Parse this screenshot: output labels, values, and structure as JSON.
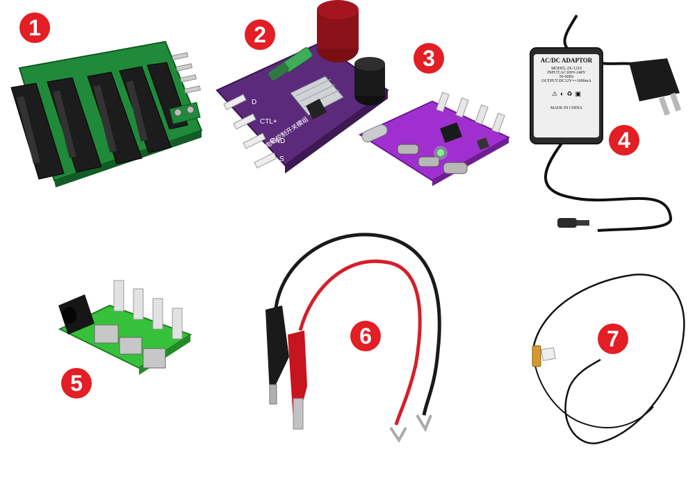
{
  "badges": {
    "b1": "1",
    "b2": "2",
    "b3": "3",
    "b4": "4",
    "b5": "5",
    "b6": "6",
    "b7": "7"
  },
  "battery_box": {
    "title": "Battery BOX"
  },
  "switch_module": {
    "pins": [
      "D",
      "CTL+",
      "GND",
      "S"
    ],
    "caption": "充电机控制开关模组"
  },
  "adaptor": {
    "header": "AC/DC ADAPTOR",
    "model": "MODEL:JX-1210",
    "input": "INPUT:AC100V-240V",
    "freq": "50-60Hz",
    "output": "OUTPUT:DC12V==1000mA",
    "origin": "MADE IN CHINA"
  },
  "colors": {
    "badge": "#e31e24",
    "green_pcb": "#1f8a3a",
    "purple_pcb": "#5b2a7a",
    "magenta_pcb": "#a02fd0",
    "bright_green_pcb": "#35c23a",
    "red_wire": "#d4202a",
    "black_wire": "#1a1a1a"
  }
}
